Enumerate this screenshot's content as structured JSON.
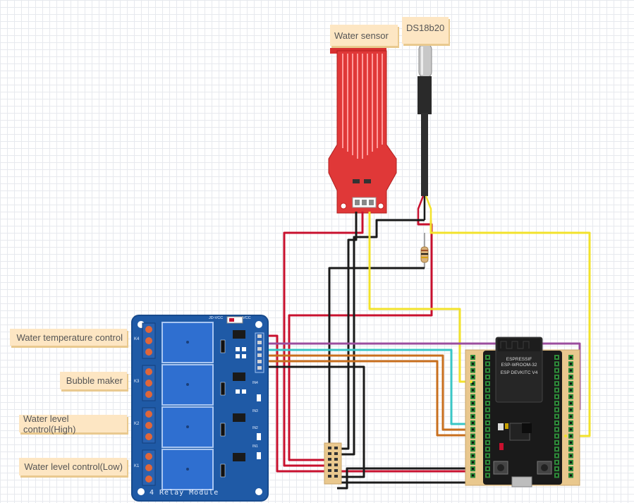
{
  "labels": {
    "water_sensor": "Water sensor",
    "ds18b20": "DS18b20",
    "water_temp_control": "Water temperature control",
    "bubble_maker": "Bubble maker",
    "water_level_high": "Water level control(High)",
    "water_level_low": "Water level control(Low)"
  },
  "relay_module": {
    "title": "4 Relay Module",
    "jd_vcc": "JD-VCC",
    "vcc": "VCC",
    "channels": [
      "K4",
      "K3",
      "K2",
      "K1"
    ],
    "leds": [
      "IN4",
      "IN3",
      "IN2",
      "IN1"
    ]
  },
  "esp32": {
    "line1": "ESPRESSIF",
    "line2": "ESP-WROOM-32",
    "line3": "ESP DEVKITC V4"
  },
  "colors": {
    "red_wire": "#c8102e",
    "black_wire": "#1a1a1a",
    "yellow_wire": "#f2e22b",
    "purple_wire": "#9b4d9e",
    "cyan_wire": "#39c6c6",
    "orange_wire": "#c86f1e",
    "relay_board": "#1f5aa6",
    "esp_board": "#1a1a1a",
    "sensor_board": "#e03030"
  }
}
